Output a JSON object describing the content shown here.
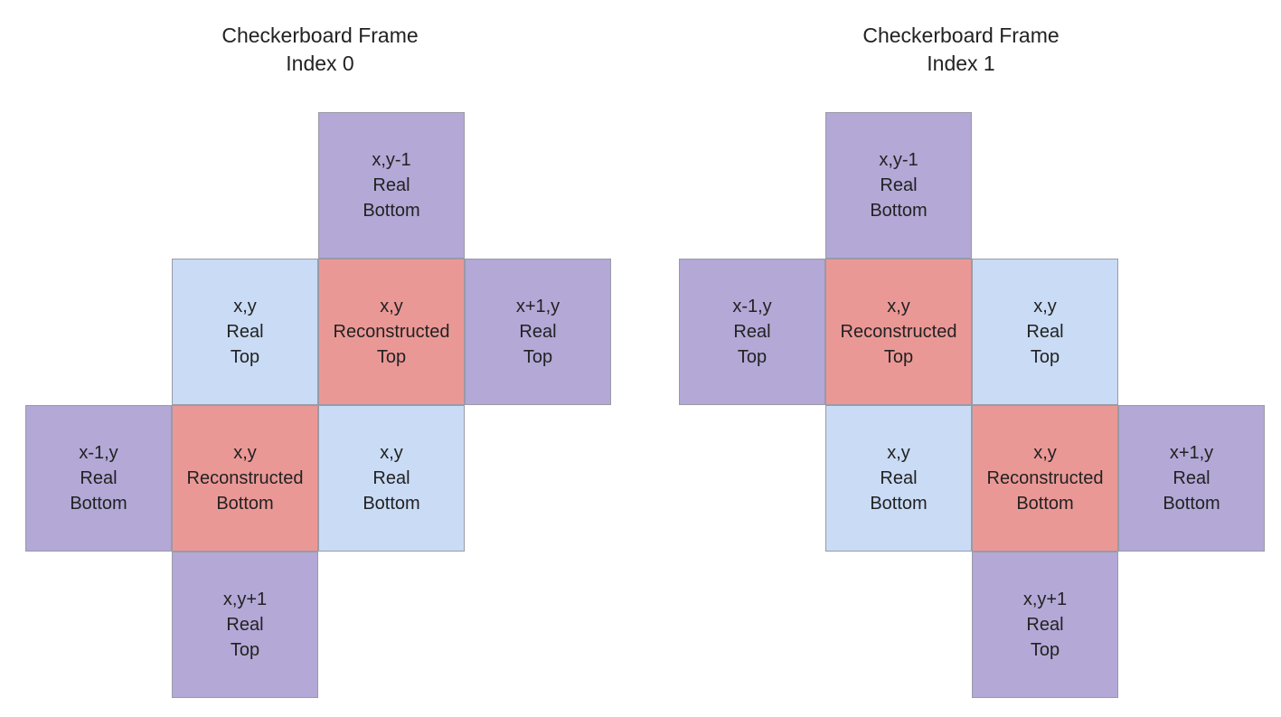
{
  "colors": {
    "real_neighbor": "#b3a8d6",
    "real_self": "#c9dbf5",
    "reconstructed": "#ea9896"
  },
  "diagrams": [
    {
      "title_line1": "Checkerboard Frame",
      "title_line2": "Index 0",
      "cells": [
        {
          "coord": "x,y-1",
          "kind": "Real",
          "half": "Bottom",
          "role": "real_neighbor"
        },
        {
          "coord": "x,y",
          "kind": "Real",
          "half": "Top",
          "role": "real_self"
        },
        {
          "coord": "x,y",
          "kind": "Reconstructed",
          "half": "Top",
          "role": "reconstructed"
        },
        {
          "coord": "x+1,y",
          "kind": "Real",
          "half": "Top",
          "role": "real_neighbor"
        },
        {
          "coord": "x-1,y",
          "kind": "Real",
          "half": "Bottom",
          "role": "real_neighbor"
        },
        {
          "coord": "x,y",
          "kind": "Reconstructed",
          "half": "Bottom",
          "role": "reconstructed"
        },
        {
          "coord": "x,y",
          "kind": "Real",
          "half": "Bottom",
          "role": "real_self"
        },
        {
          "coord": "x,y+1",
          "kind": "Real",
          "half": "Top",
          "role": "real_neighbor"
        }
      ]
    },
    {
      "title_line1": "Checkerboard Frame",
      "title_line2": "Index 1",
      "cells": [
        {
          "coord": "x,y-1",
          "kind": "Real",
          "half": "Bottom",
          "role": "real_neighbor"
        },
        {
          "coord": "x-1,y",
          "kind": "Real",
          "half": "Top",
          "role": "real_neighbor"
        },
        {
          "coord": "x,y",
          "kind": "Reconstructed",
          "half": "Top",
          "role": "reconstructed"
        },
        {
          "coord": "x,y",
          "kind": "Real",
          "half": "Top",
          "role": "real_self"
        },
        {
          "coord": "x,y",
          "kind": "Real",
          "half": "Bottom",
          "role": "real_self"
        },
        {
          "coord": "x,y",
          "kind": "Reconstructed",
          "half": "Bottom",
          "role": "reconstructed"
        },
        {
          "coord": "x+1,y",
          "kind": "Real",
          "half": "Bottom",
          "role": "real_neighbor"
        },
        {
          "coord": "x,y+1",
          "kind": "Real",
          "half": "Top",
          "role": "real_neighbor"
        }
      ]
    }
  ]
}
